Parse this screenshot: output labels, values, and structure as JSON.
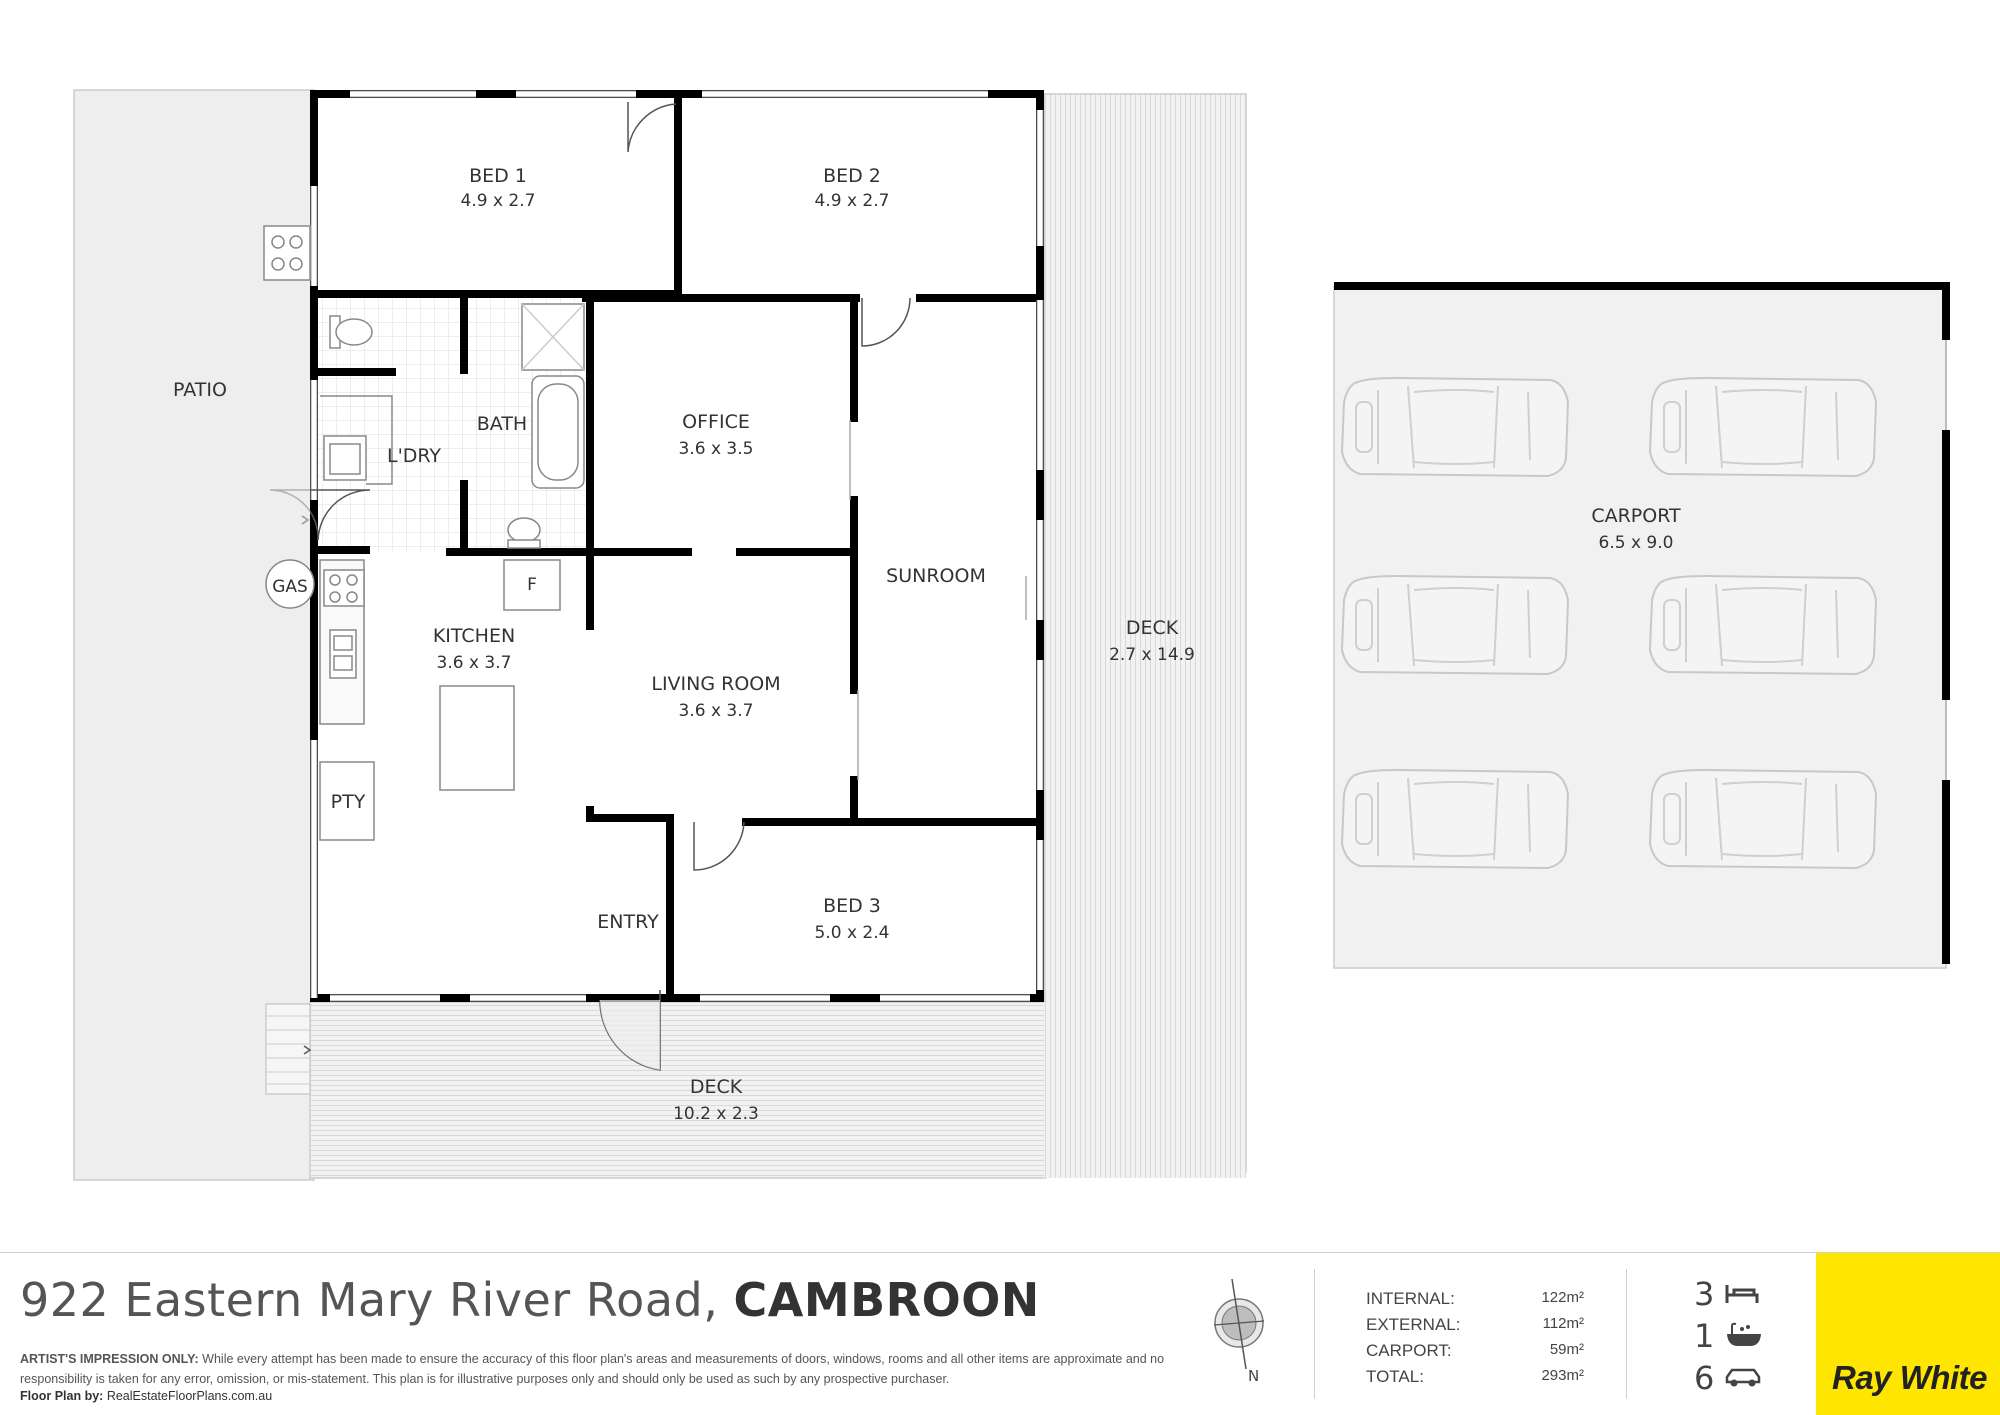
{
  "rooms": {
    "bed1": {
      "name": "BED 1",
      "dim": "4.9 x 2.7"
    },
    "bed2": {
      "name": "BED 2",
      "dim": "4.9 x 2.7"
    },
    "patio": {
      "name": "PATIO"
    },
    "bath": {
      "name": "BATH"
    },
    "ldry": {
      "name": "L'DRY"
    },
    "office": {
      "name": "OFFICE",
      "dim": "3.6 x 3.5"
    },
    "sunroom": {
      "name": "SUNROOM"
    },
    "gas": {
      "name": "GAS"
    },
    "fridge": {
      "name": "F"
    },
    "kitchen": {
      "name": "KITCHEN",
      "dim": "3.6 x 3.7"
    },
    "living": {
      "name": "LIVING ROOM",
      "dim": "3.6 x 3.7"
    },
    "deck_side": {
      "name": "DECK",
      "dim": "2.7 x 14.9"
    },
    "pantry": {
      "name": "PTY"
    },
    "entry": {
      "name": "ENTRY"
    },
    "bed3": {
      "name": "BED 3",
      "dim": "5.0 x 2.4"
    },
    "deck_front": {
      "name": "DECK",
      "dim": "10.2 x 2.3"
    },
    "carport": {
      "name": "CARPORT",
      "dim": "6.5 x 9.0"
    }
  },
  "footer": {
    "address": "922 Eastern Mary River Road,",
    "suburb": "CAMBROON",
    "disclaimer_lead": "ARTIST'S IMPRESSION ONLY:",
    "disclaimer": "While every attempt has been made to ensure the accuracy of this floor plan's areas and measurements of doors, windows, rooms and all other items are approximate and no responsibility is taken for any error, omission, or mis-statement. This plan is for illustrative purposes only and should only be used as such by any prospective purchaser.",
    "credit_label": "Floor Plan by:",
    "credit_site": "RealEstateFloorPlans.com.au",
    "compass_label": "N",
    "areas": [
      {
        "label": "INTERNAL:",
        "value": "122m²"
      },
      {
        "label": "EXTERNAL:",
        "value": "112m²"
      },
      {
        "label": "CARPORT:",
        "value": "59m²"
      },
      {
        "label": "TOTAL:",
        "value": "293m²"
      }
    ],
    "counts": {
      "beds": "3",
      "baths": "1",
      "cars": "6"
    },
    "brand": "Ray White"
  },
  "colors": {
    "brand_yellow": "#ffe600",
    "wall": "#000000",
    "outdoor": "#eeeeee",
    "carport": "#f1f1f1"
  },
  "icons": [
    "bed-icon",
    "bath-icon",
    "car-icon",
    "compass-icon"
  ]
}
